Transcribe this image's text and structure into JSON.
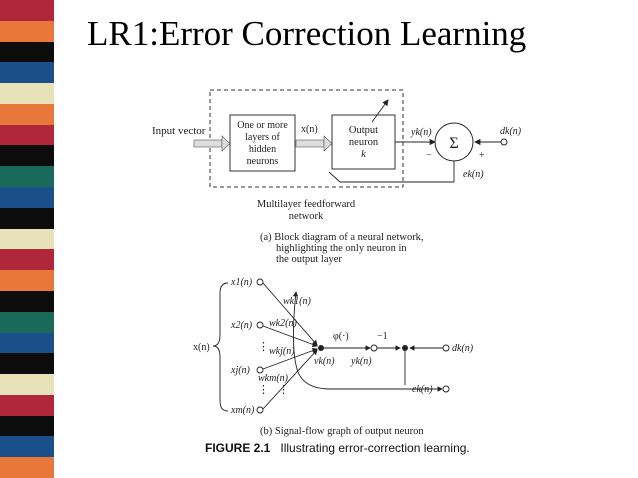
{
  "slide": {
    "title": "LR1:Error Correction Learning",
    "stripe_colors": [
      "#b0263a",
      "#e8783a",
      "#0c0c0c",
      "#1a4f8a",
      "#e8e2b8",
      "#e8783a",
      "#b0263a",
      "#0c0c0c",
      "#1a6a5c",
      "#1a4f8a",
      "#0c0c0c",
      "#e8e2b8",
      "#b0263a",
      "#e8783a",
      "#0c0c0c",
      "#1a6a5c",
      "#1a4f8a",
      "#0c0c0c",
      "#e8e2b8",
      "#b0263a",
      "#0c0c0c",
      "#1a4f8a",
      "#e8783a"
    ]
  },
  "block_diagram": {
    "input_vector": "Input vector",
    "hidden_box_lines": [
      "One or more",
      "layers of",
      "hidden",
      "neurons"
    ],
    "x_label": "x(n)",
    "output_box_lines": [
      "Output",
      "neuron"
    ],
    "output_k": "k",
    "y_label": "yk(n)",
    "d_label": "dk(n)",
    "sum_symbol": "Σ",
    "minus": "−",
    "plus": "+",
    "e_label": "ek(n)",
    "network_label_lines": [
      "Multilayer feedforward",
      "network"
    ],
    "caption_lines": [
      "(a) Block diagram of a neural network,",
      "highlighting the only neuron in",
      "the output layer"
    ]
  },
  "signal_flow": {
    "x_vector": "x(n)",
    "inputs": [
      "x1(n)",
      "x2(n)",
      "xj(n)",
      "xm(n)"
    ],
    "weights": [
      "wk1(n)",
      "wk2(n)",
      "wkj(n)",
      "wkm(n)"
    ],
    "phi": "φ(·)",
    "minus_one": "−1",
    "v_label": "vk(n)",
    "y_label": "yk(n)",
    "d_label": "dk(n)",
    "e_label": "ek(n)",
    "dots": "⋮",
    "caption": "(b) Signal-flow graph of output neuron"
  },
  "figure_caption": {
    "label": "FIGURE 2.1",
    "text": "Illustrating error-correction learning."
  }
}
